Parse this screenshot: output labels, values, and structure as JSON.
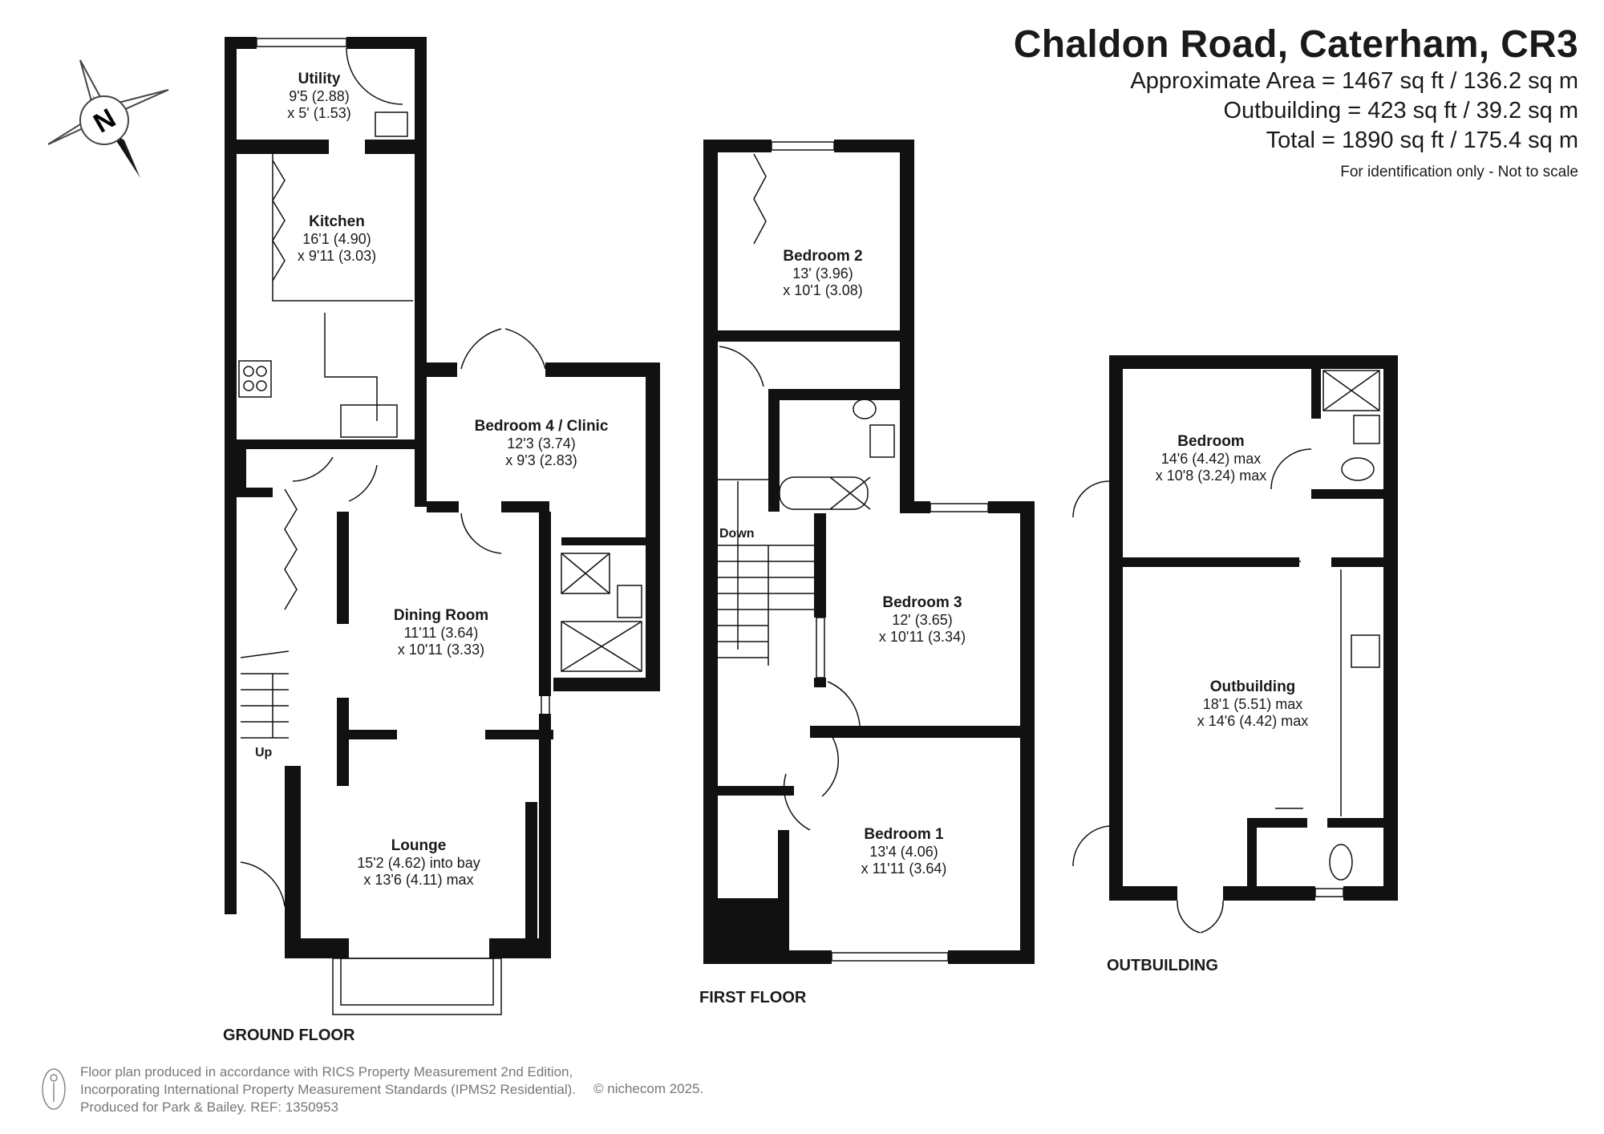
{
  "header": {
    "title": "Chaldon Road, Caterham, CR3",
    "area": "Approximate Area = 1467 sq ft / 136.2 sq m",
    "outbuilding": "Outbuilding = 423 sq ft / 39.2 sq m",
    "total": "Total = 1890 sq ft / 175.4 sq m",
    "note": "For identification only - Not to scale"
  },
  "compass": {
    "letter": "N"
  },
  "floors": {
    "ground": "GROUND FLOOR",
    "first": "FIRST FLOOR",
    "outbuilding": "OUTBUILDING"
  },
  "rooms": {
    "utility": {
      "name": "Utility",
      "d1": "9'5 (2.88)",
      "d2": "x 5' (1.53)"
    },
    "kitchen": {
      "name": "Kitchen",
      "d1": "16'1 (4.90)",
      "d2": "x 9'11 (3.03)"
    },
    "bed4": {
      "name": "Bedroom 4 / Clinic",
      "d1": "12'3 (3.74)",
      "d2": "x 9'3 (2.83)"
    },
    "dining": {
      "name": "Dining Room",
      "d1": "11'11 (3.64)",
      "d2": "x 10'11 (3.33)"
    },
    "lounge": {
      "name": "Lounge",
      "d1": "15'2 (4.62) into bay",
      "d2": "x 13'6 (4.11) max"
    },
    "bed2": {
      "name": "Bedroom 2",
      "d1": "13' (3.96)",
      "d2": "x 10'1 (3.08)"
    },
    "bed3": {
      "name": "Bedroom 3",
      "d1": "12' (3.65)",
      "d2": "x 10'11 (3.34)"
    },
    "bed1": {
      "name": "Bedroom 1",
      "d1": "13'4 (4.06)",
      "d2": "x 11'11 (3.64)"
    },
    "obBed": {
      "name": "Bedroom",
      "d1": "14'6 (4.42) max",
      "d2": "x 10'8 (3.24) max"
    },
    "ob": {
      "name": "Outbuilding",
      "d1": "18'1 (5.51) max",
      "d2": "x 14'6 (4.42) max"
    }
  },
  "stairs": {
    "up": "Up",
    "down": "Down"
  },
  "footer": {
    "line1": "Floor plan produced in accordance with RICS Property Measurement 2nd Edition,",
    "line2": "Incorporating International Property Measurement Standards (IPMS2 Residential).",
    "line3": "Produced for Park & Bailey.   REF:  1350953",
    "copyright": "© nichecom 2025."
  }
}
